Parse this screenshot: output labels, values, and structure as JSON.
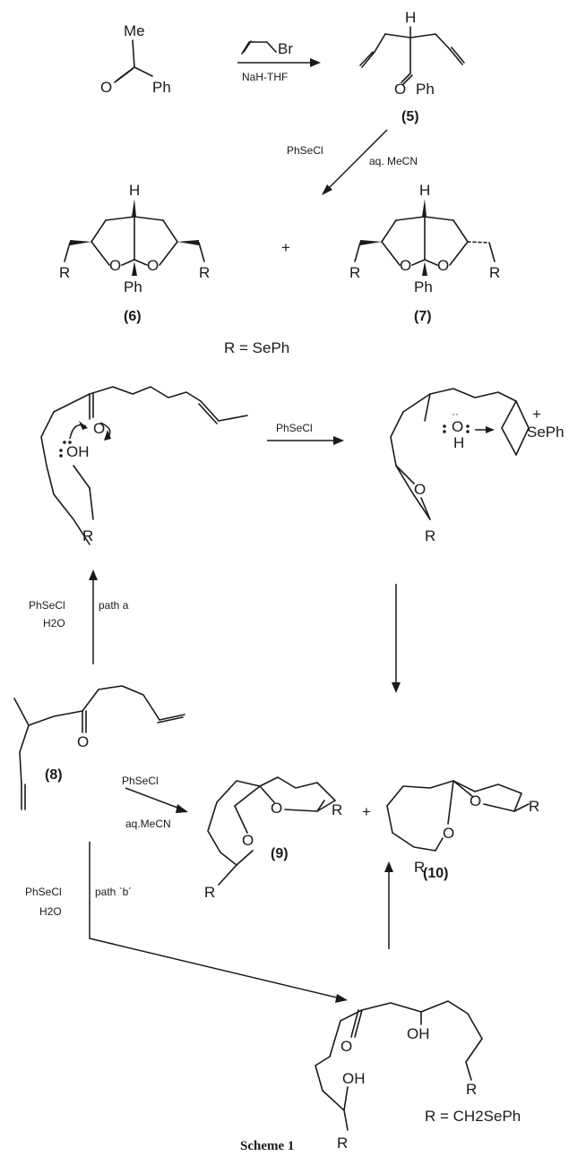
{
  "atoms": {
    "me": "Me",
    "ph": "Ph",
    "o": "O",
    "h": "H",
    "br": "Br",
    "r": "R",
    "oh": "OH",
    "seph_plus": "SePh",
    "plus_charge": "+"
  },
  "reagents": {
    "step1_line2": "NaH-THF",
    "step2_a": "PhSeCl",
    "step2_b": "aq. MeCN",
    "step3": "PhSeCl",
    "path_a_l1": "PhSeCl",
    "path_a_label": "path a",
    "path_a_l2": "H2O",
    "step4_l1": "PhSeCl",
    "step4_l2": "aq.MeCN",
    "path_b_l1": "PhSeCl",
    "path_b_label": "path `b´",
    "path_b_l2": "H2O"
  },
  "compounds": {
    "c5": "(5)",
    "c6": "(6)",
    "c7": "(7)",
    "c8": "(8)",
    "c9": "(9)",
    "c10": "(10)"
  },
  "plus_signs": [
    "+",
    "+"
  ],
  "r_def_top": "R = SePh",
  "r_def_bottom": "R = CH2SePh",
  "caption": "Scheme 1"
}
